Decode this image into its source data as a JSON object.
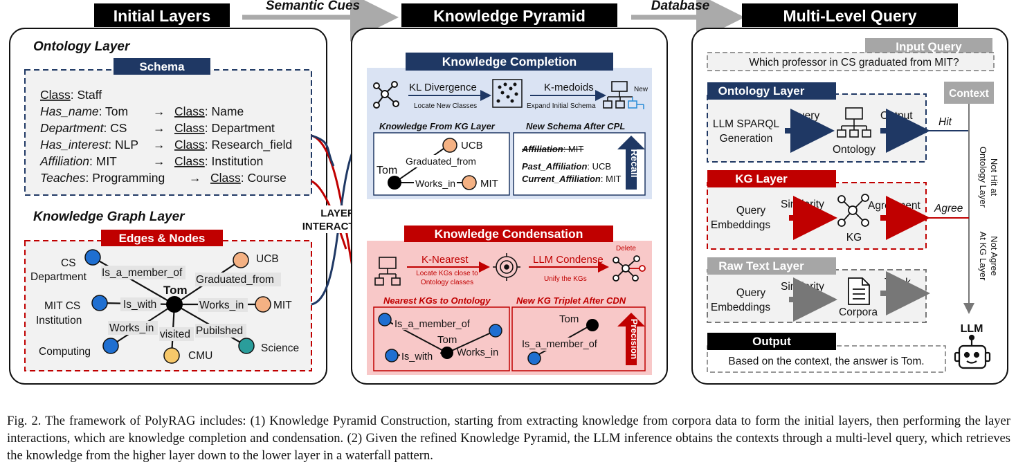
{
  "headers": {
    "initial_layers": "Initial Layers",
    "semantic_cues": "Semantic Cues",
    "knowledge_pyramid": "Knowledge Pyramid",
    "database": "Database",
    "multi_level_query": "Multi-Level Query"
  },
  "ontology": {
    "title": "Ontology Layer",
    "schema_label": "Schema",
    "rows": [
      {
        "left_key": "Class",
        "left_val": ": Staff",
        "right_key": "",
        "right_val": ""
      },
      {
        "left_key": "Has_name",
        "left_val": ": Tom",
        "right_key": "Class",
        "right_val": ": Name"
      },
      {
        "left_key": "Department",
        "left_val": ": CS",
        "right_key": "Class",
        "right_val": ": Department"
      },
      {
        "left_key": "Has_interest",
        "left_val": ": NLP",
        "right_key": "Class",
        "right_val": ": Research_field"
      },
      {
        "left_key": "Affiliation",
        "left_val": ": MIT",
        "right_key": "Class",
        "right_val": ": Institution"
      },
      {
        "left_key": "Teaches",
        "left_val": ": Programming",
        "right_key": "Class",
        "right_val": ": Course"
      }
    ]
  },
  "kg_layer": {
    "title": "Knowledge Graph Layer",
    "edges_nodes_label": "Edges & Nodes",
    "center": "Tom",
    "nodes": {
      "cs_dept": "CS\nDepartment",
      "ucb": "UCB",
      "mit_cs": "MIT CS\nInstitution",
      "mit": "MIT",
      "computing": "Computing",
      "cmu": "CMU",
      "science": "Science"
    },
    "edges": {
      "is_a_member_of": "Is_a_member_of",
      "graduated_from": "Graduated_from",
      "is_with": "Is_with",
      "works_in_right": "Works_in",
      "works_in_left": "Works_in",
      "visited": "visited",
      "published": "Pubilshed"
    }
  },
  "layer_interaction": "LAYER\nINTERACTION",
  "completion": {
    "title": "Knowledge Completion",
    "kl_divergence": "KL Divergence",
    "locate_new_classes": "Locate New Classes",
    "k_medoids": "K-medoids",
    "expand_schema": "Expand Initial Schema",
    "new_label": "New",
    "from_kg_title": "Knowledge From KG Layer",
    "new_schema_title": "New Schema After CPL",
    "tom": "Tom",
    "ucb": "UCB",
    "mit": "MIT",
    "graduated_from": "Graduated_from",
    "works_in": "Works_in",
    "schema_lines": [
      {
        "key": "Affiliation",
        "val": ": MIT"
      },
      {
        "key": "Past_Affiliation",
        "val": ": UCB"
      },
      {
        "key": "Current_Affiliation",
        "val": ": MIT"
      }
    ],
    "recall": "Recall"
  },
  "condensation": {
    "title": "Knowledge Condensation",
    "k_nearest": "K-Nearest",
    "locate_kgs": "Locate KGs close to\nOntology classes",
    "llm_condense": "LLM Condense",
    "unify": "Unify the KGs",
    "delete_label": "Delete",
    "nearest_title": "Nearest KGs to Ontology",
    "new_triplet_title": "New KG Triplet After CDN",
    "is_a_member_of": "Is_a_member_of",
    "tom": "Tom",
    "is_with": "Is_with",
    "works_in": "Works_in",
    "precision": "Precision"
  },
  "query": {
    "input_label": "Input Query",
    "input_text": "Which professor in CS graduated from MIT?",
    "context_label": "Context",
    "ontology_layer": "Ontology Layer",
    "llm_sparql": "LLM SPARQL\nGeneration",
    "query_word": "Query",
    "ontology_word": "Ontology",
    "output_word": "Output",
    "hit": "Hit",
    "not_hit": "Not Hit at\nOntology Layer",
    "kg_layer": "KG Layer",
    "query_embeddings": "Query\nEmbeddings",
    "similarity": "Similarity",
    "agreement": "Agreement",
    "kg_word": "KG",
    "agree": "Agree",
    "not_agree": "Not Agree\nAt KG Layer",
    "raw_text_layer": "Raw Text Layer",
    "corpora": "Corpora",
    "top_k": "Top-k",
    "llm": "LLM",
    "output_label": "Output",
    "output_text": "Based on the context, the answer is Tom."
  },
  "caption": "Fig. 2.  The framework of PolyRAG includes: (1) Knowledge Pyramid Construction, starting from extracting knowledge from corpora data to form the initial layers, then performing the layer interactions, which are knowledge completion and condensation. (2) Given the refined Knowledge Pyramid, the LLM inference obtains the contexts through a multi-level query, which retrieves the knowledge from the higher layer down to the lower layer in a waterfall pattern."
}
